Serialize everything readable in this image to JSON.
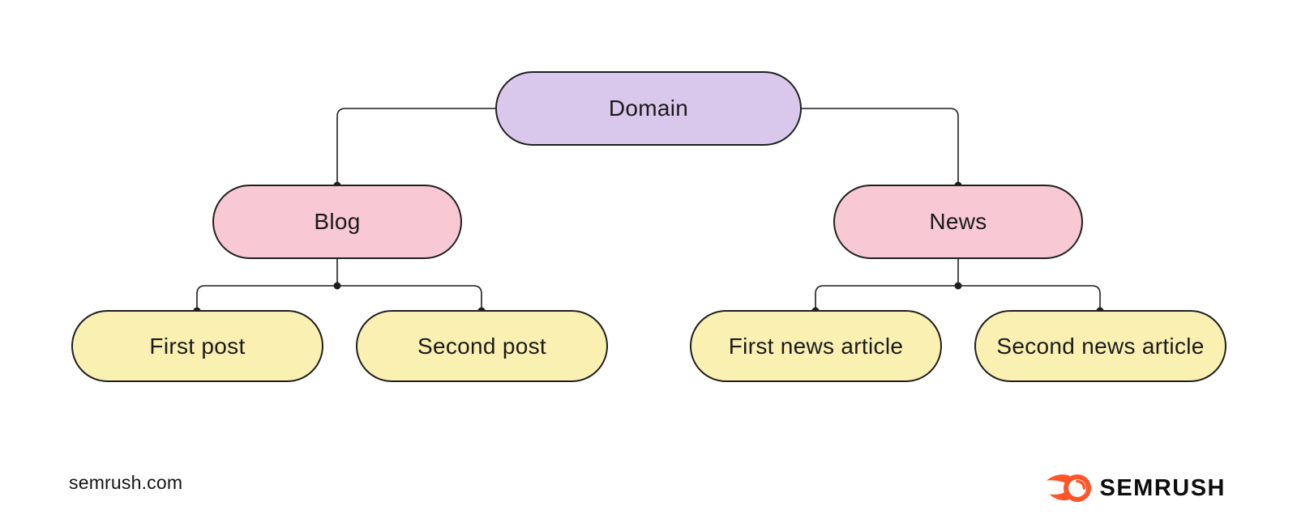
{
  "page": {
    "background_color": "#ffffff"
  },
  "diagram": {
    "type": "tree",
    "nodes": {
      "domain": {
        "label": "Domain",
        "fill": "#d9c8ec"
      },
      "blog": {
        "label": "Blog",
        "fill": "#f8c9d4"
      },
      "news": {
        "label": "News",
        "fill": "#f8c9d4"
      },
      "first_post": {
        "label": "First post",
        "fill": "#faf0b2"
      },
      "second_post": {
        "label": "Second post",
        "fill": "#faf0b2"
      },
      "first_news_article": {
        "label": "First news article",
        "fill": "#faf0b2"
      },
      "second_news_article": {
        "label": "Second news article",
        "fill": "#faf0b2"
      }
    },
    "edges": [
      {
        "from": "domain",
        "to": "blog"
      },
      {
        "from": "domain",
        "to": "news"
      },
      {
        "from": "blog",
        "to": "first_post"
      },
      {
        "from": "blog",
        "to": "second_post"
      },
      {
        "from": "news",
        "to": "first_news_article"
      },
      {
        "from": "news",
        "to": "second_news_article"
      }
    ],
    "line_color": "#1f1f1f",
    "node_border_color": "#1f1f1f",
    "text_color": "#1a1a1a"
  },
  "footer": {
    "site_url": "semrush.com",
    "brand_name": "SEMRUSH",
    "brand_color": "#ff5528"
  }
}
